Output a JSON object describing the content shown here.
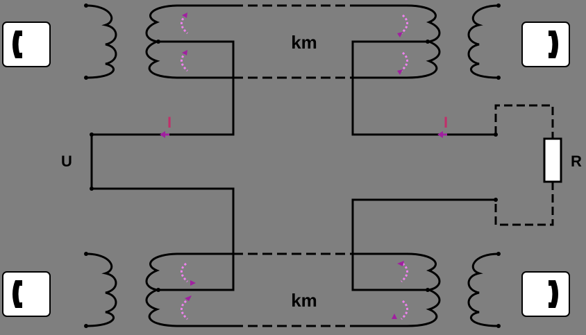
{
  "labels": {
    "km_top": "km",
    "km_bottom": "km",
    "voltage": "U",
    "current_left": "I",
    "current_right": "I",
    "resistor": "R"
  },
  "colors": {
    "background": "#7f7f7f",
    "wire": "#000000",
    "phone_fill": "#ffffff",
    "phone_handset": "#000000",
    "current_label": "#c0306a",
    "flux_arrow": "#ee82ee",
    "flux_arrow_head": "#a020a0"
  },
  "icons": {
    "telephone": "telephone-handset-icon",
    "flux": "curved-arrow-icon"
  }
}
